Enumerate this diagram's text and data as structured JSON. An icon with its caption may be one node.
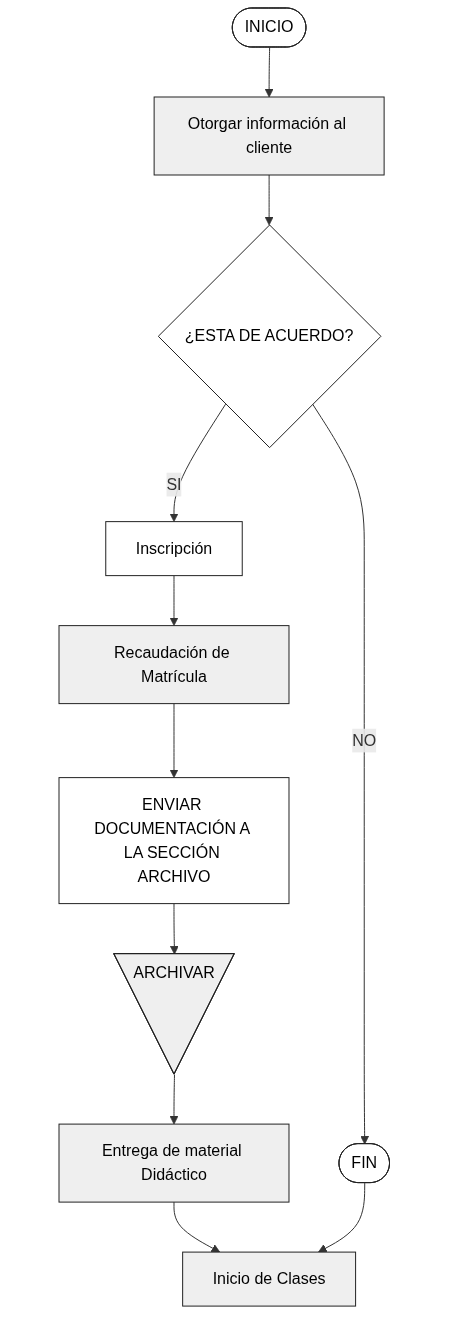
{
  "diagram": {
    "nodes": [
      {
        "text": [
          "INICIO"
        ]
      },
      {
        "text": [
          "Otorgar información al cliente"
        ]
      },
      {
        "text": [
          "¿ESTA DE ACUERDO?"
        ]
      },
      {
        "text": [
          "Inscripción"
        ]
      },
      {
        "text": [
          "Recaudación de Matrícula"
        ]
      },
      {
        "text": [
          "ENVIAR DOCUMENTACIÓN A LA SECCIÓN ARCHIVO"
        ]
      },
      {
        "text": [
          "ARCHIVAR"
        ]
      },
      {
        "text": [
          "Entrega de material Didáctico"
        ]
      },
      {
        "text": [
          "Inicio de Clases"
        ]
      },
      {
        "text": [
          "FIN"
        ]
      }
    ],
    "edges": [
      {
        "from": 0,
        "to": 1,
        "arrow": "to"
      },
      {
        "from": 1,
        "to": 2,
        "arrow": "to"
      },
      {
        "from": 2,
        "to": 3,
        "label": "SI",
        "arrow": "to"
      },
      {
        "from": 3,
        "to": 4,
        "arrow": "to"
      },
      {
        "from": 4,
        "to": 5,
        "arrow": "to"
      },
      {
        "from": 5,
        "to": 6,
        "arrow": "to"
      },
      {
        "from": 6,
        "to": 7,
        "arrow": "to"
      },
      {
        "from": 7,
        "to": 8,
        "arrow": "to"
      },
      {
        "from": 9,
        "to": 8,
        "arrow": "to"
      },
      {
        "from": 2,
        "to": 9,
        "label": "NO",
        "arrow": "to"
      }
    ]
  }
}
